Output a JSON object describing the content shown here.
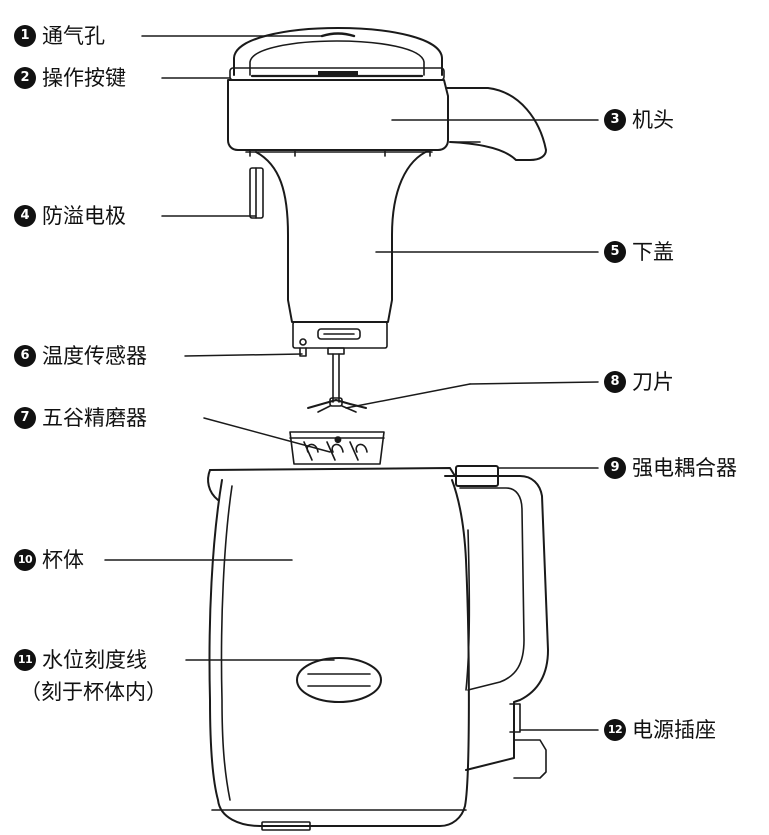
{
  "labels": [
    {
      "num": "1",
      "text": "通气孔"
    },
    {
      "num": "2",
      "text": "操作按键"
    },
    {
      "num": "3",
      "text": "机头"
    },
    {
      "num": "4",
      "text": "防溢电极"
    },
    {
      "num": "5",
      "text": "下盖"
    },
    {
      "num": "6",
      "text": "温度传感器"
    },
    {
      "num": "7",
      "text": "五谷精磨器"
    },
    {
      "num": "8",
      "text": "刀片"
    },
    {
      "num": "9",
      "text": "强电耦合器"
    },
    {
      "num": "10",
      "text": "杯体"
    },
    {
      "num": "11",
      "text": "水位刻度线",
      "note": "（刻于杯体内）"
    },
    {
      "num": "12",
      "text": "电源插座"
    }
  ],
  "colors": {
    "line": "#1a1a1a",
    "badge": "#111111",
    "fill": "#ffffff"
  }
}
